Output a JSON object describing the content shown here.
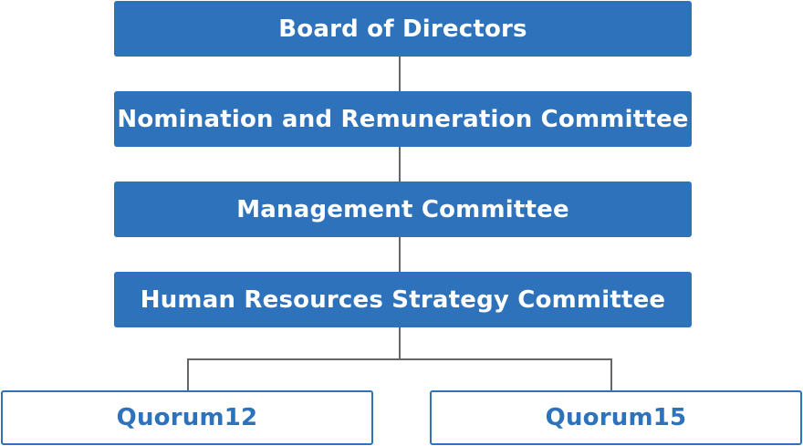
{
  "org_chart": {
    "levels": [
      {
        "label": "Board of Directors"
      },
      {
        "label": "Nomination and Remuneration Committee"
      },
      {
        "label": "Management Committee"
      },
      {
        "label": "Human Resources Strategy Committee"
      }
    ],
    "children": [
      {
        "label": "Quorum12"
      },
      {
        "label": "Quorum15"
      }
    ]
  },
  "colors": {
    "box_fill": "#2e72bb",
    "box_text": "#ffffff",
    "child_border": "#2e72bb",
    "child_text": "#2e72bb",
    "connector": "#666666"
  }
}
